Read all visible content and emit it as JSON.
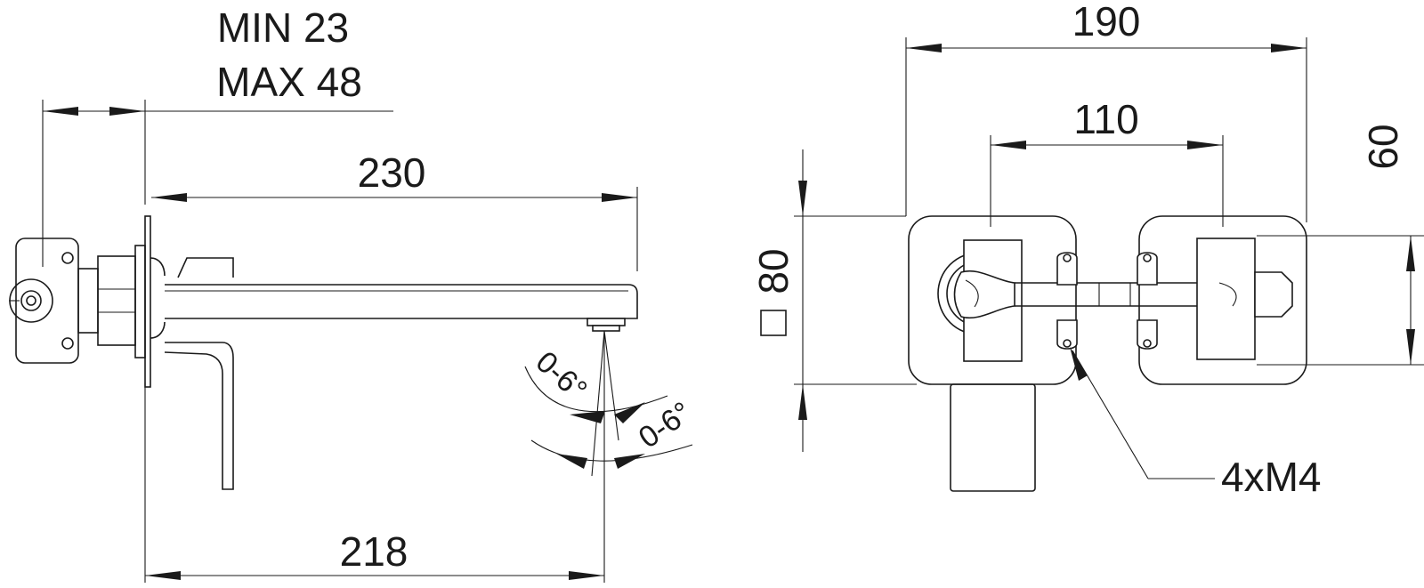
{
  "side_view": {
    "wall_min": "MIN  23",
    "wall_max": "MAX 48",
    "spout_length": "230",
    "projection": "218",
    "tilt_top": "0-6°",
    "tilt_bottom": "0-6°"
  },
  "front_view": {
    "overall_width": "190",
    "handle_spacing": "110",
    "plate_height": "60",
    "square_size": "80",
    "fixing_screws": "4xM4"
  },
  "colors": {
    "line": "#1a1a1a",
    "background": "#ffffff"
  }
}
